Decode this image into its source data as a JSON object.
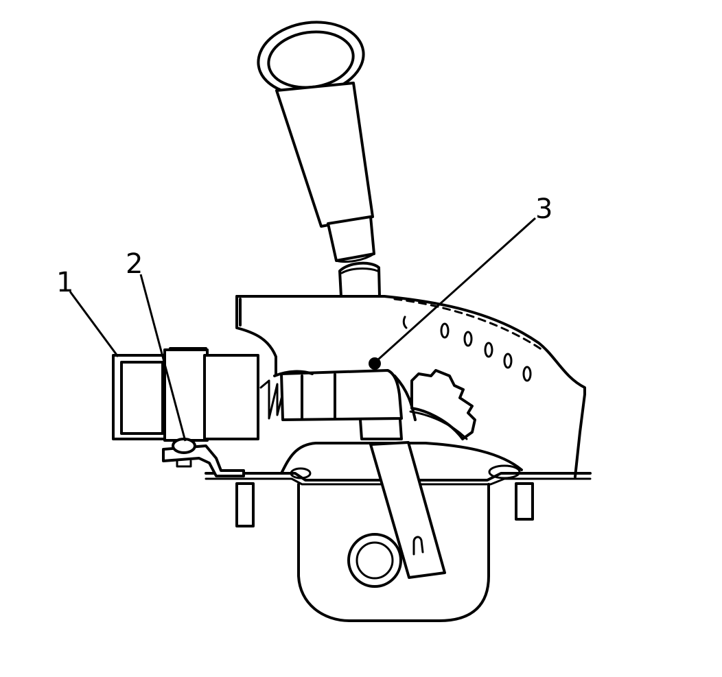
{
  "callouts": [
    {
      "label": "1"
    },
    {
      "label": "2"
    },
    {
      "label": "3"
    }
  ],
  "colors": {
    "line": "#000000",
    "background": "#ffffff"
  }
}
